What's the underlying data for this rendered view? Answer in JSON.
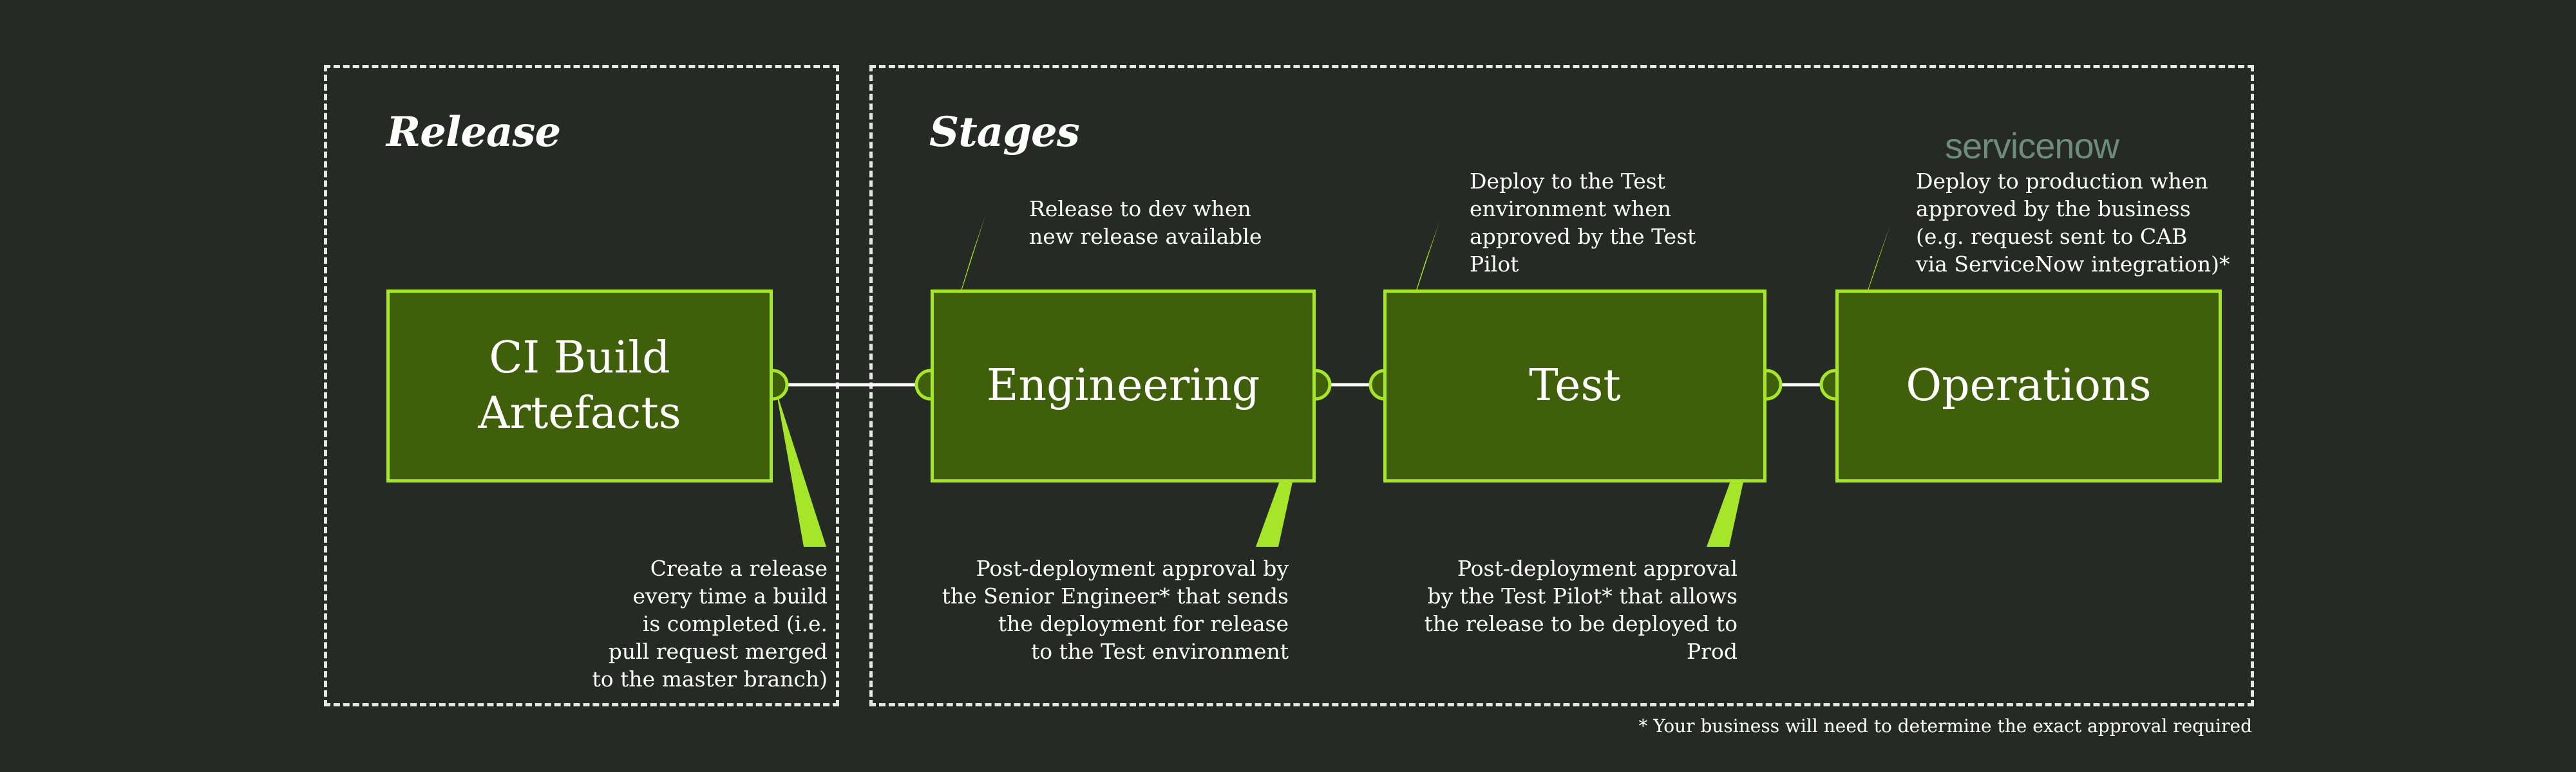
{
  "groups": {
    "release": "Release",
    "stages": "Stages"
  },
  "stages": {
    "ci_build": "CI Build\nArtefacts",
    "engineering": "Engineering",
    "test": "Test",
    "operations": "Operations"
  },
  "notes": {
    "create_release": "Create a release\nevery time a build\nis completed (i.e.\npull request merged\nto the master branch)",
    "release_to_dev": "Release to dev when\nnew release available",
    "deploy_to_test": "Deploy to the Test\nenvironment when\napproved by the Test\nPilot",
    "deploy_to_prod": "Deploy to production when\napproved by the business\n(e.g. request sent to CAB\nvia ServiceNow integration)*",
    "post_deploy_engineering": "Post-deployment approval by\nthe Senior Engineer* that sends\nthe deployment for release\nto the Test environment",
    "post_deploy_test": "Post-deployment approval\nby the Test Pilot* that allows\nthe release to be deployed to\nProd"
  },
  "logo": {
    "text": "servicenow"
  },
  "footnote": "* Your business will need to determine the exact approval required",
  "colors": {
    "background": "#262a24",
    "stage_fill": "#3f5f0a",
    "accent": "#a6e62a",
    "border_dashed": "#e6e6e6",
    "logo": "#6d8c7f"
  }
}
